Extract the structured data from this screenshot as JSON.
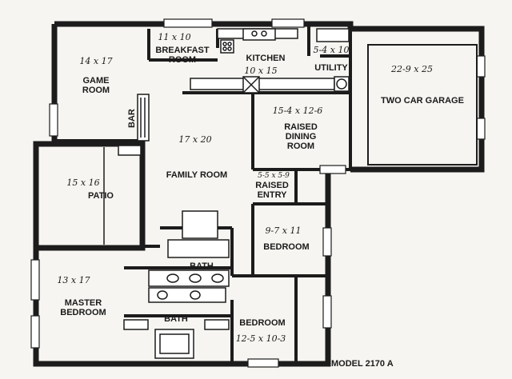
{
  "rooms": {
    "game": {
      "name_1": "GAME",
      "name_2": "ROOM",
      "dims": "14 x 17"
    },
    "breakfast": {
      "name_1": "BREAKFAST",
      "name_2": "ROOM",
      "dims": "11 x 10"
    },
    "kitchen": {
      "name": "KITCHEN",
      "dims": "10 x 15"
    },
    "utility": {
      "name": "UTILITY",
      "dims": "5-4 x 10"
    },
    "garage": {
      "name": "TWO CAR GARAGE",
      "dims": "22-9 x 25"
    },
    "bar": {
      "name": "BAR"
    },
    "family": {
      "name": "FAMILY ROOM",
      "dims": "17 x 20"
    },
    "dining": {
      "name_1": "RAISED",
      "name_2": "DINING",
      "name_3": "ROOM",
      "dims": "15-4 x 12-6"
    },
    "entry": {
      "name_1": "RAISED",
      "name_2": "ENTRY",
      "dims": "5-5 x 5-9"
    },
    "patio": {
      "name": "PATIO",
      "dims": "15 x 16"
    },
    "bedroom_upper": {
      "name": "BEDROOM",
      "dims": "9-7 x 11"
    },
    "bath_upper": {
      "name": "BATH"
    },
    "master": {
      "name_1": "MASTER",
      "name_2": "BEDROOM",
      "dims": "13 x 17"
    },
    "bath_lower": {
      "name": "BATH"
    },
    "bedroom_lower": {
      "name": "BEDROOM",
      "dims": "12-5 x 10-3"
    }
  },
  "model": "MODEL 2170 A"
}
